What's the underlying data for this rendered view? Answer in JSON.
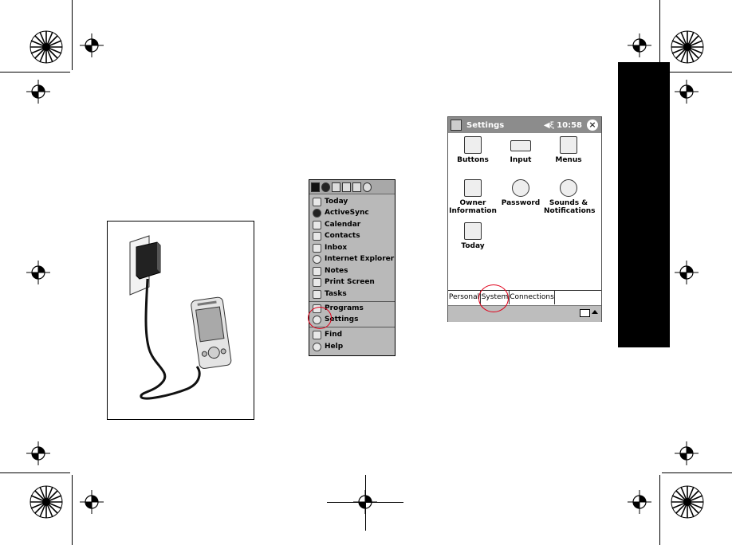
{
  "start_menu": {
    "items": [
      {
        "label": "Today",
        "icon": "today-icon"
      },
      {
        "label": "ActiveSync",
        "icon": "activesync-icon"
      },
      {
        "label": "Calendar",
        "icon": "calendar-icon"
      },
      {
        "label": "Contacts",
        "icon": "contacts-icon"
      },
      {
        "label": "Inbox",
        "icon": "inbox-icon"
      },
      {
        "label": "Internet Explorer",
        "icon": "internet-explorer-icon"
      },
      {
        "label": "Notes",
        "icon": "notes-icon"
      },
      {
        "label": "Print Screen",
        "icon": "print-screen-icon"
      },
      {
        "label": "Tasks",
        "icon": "tasks-icon"
      },
      {
        "label": "Programs",
        "icon": "programs-icon"
      },
      {
        "label": "Settings",
        "icon": "settings-icon"
      },
      {
        "label": "Find",
        "icon": "find-icon"
      },
      {
        "label": "Help",
        "icon": "help-icon"
      }
    ]
  },
  "settings_window": {
    "title": "Settings",
    "time": "10:58",
    "tiles": [
      {
        "label": "Buttons",
        "icon": "buttons-icon"
      },
      {
        "label": "Input",
        "icon": "keyboard-icon"
      },
      {
        "label": "Menus",
        "icon": "menus-icon"
      },
      {
        "label": "Owner Information",
        "icon": "owner-information-icon"
      },
      {
        "label": "Password",
        "icon": "keys-icon"
      },
      {
        "label": "Sounds & Notifications",
        "icon": "speaker-icon"
      },
      {
        "label": "Today",
        "icon": "today-icon"
      }
    ],
    "tabs": [
      {
        "label": "Personal"
      },
      {
        "label": "System"
      },
      {
        "label": "Connections"
      }
    ]
  },
  "colors": {
    "highlight_circle": "#e0001a",
    "tab_block": "#000000"
  }
}
